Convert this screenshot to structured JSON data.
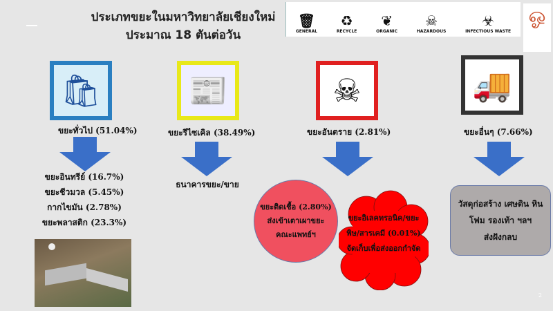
{
  "title": {
    "line1": "ประเภทขยะในมหาวิทยาลัยเชียงใหม่",
    "line2": "ประมาณ 18 ตันต่อวัน"
  },
  "bins": [
    {
      "label": "GENERAL",
      "icon": "trash-person-icon"
    },
    {
      "label": "RECYCLE",
      "icon": "recycle-icon"
    },
    {
      "label": "ORGANIC",
      "icon": "organic-icon"
    },
    {
      "label": "HAZARDOUS",
      "icon": "skull-icon"
    },
    {
      "label": "INFECTIOUS WASTE",
      "icon": "biohazard-icon"
    }
  ],
  "categories": [
    {
      "label": "ขยะทั่วไป (51.04%)",
      "percent": 51.04,
      "color": "#2a7fc1"
    },
    {
      "label": "ขยะรีไซเคิล (38.49%)",
      "percent": 38.49,
      "color": "#e8e81a"
    },
    {
      "label": "ขยะอันตราย (2.81%)",
      "percent": 2.81,
      "color": "#e02020"
    },
    {
      "label": "ขยะอื่นๆ (7.66%)",
      "percent": 7.66,
      "color": "#333333"
    }
  ],
  "general_breakdown": [
    "ขยะอินทรีย์ (16.7%)",
    "ขยะชีวมวล (5.45%)",
    "กากไขมัน (2.78%)",
    "ขยะพลาสติก (23.3%)"
  ],
  "recycle_destination": "ธนาคารขยะ/ขาย",
  "infectious": {
    "line1": "ขยะติดเชื้อ (2.80%)",
    "line2": "ส่งเข้าเตาเผาขยะ",
    "line3": "คณะแพทย์ฯ"
  },
  "electronic": {
    "line1": "ขยะอิเลคทรอนิค/ขยะ",
    "line2": "พิษ/สารเคมี (0.01%)",
    "line3": "จัดเก็บเพื่อส่งออกกำจัด"
  },
  "other": {
    "line1": "วัสดุก่อสร้าง เศษดิน หิน",
    "line2": "โฟม รองเท้า ฯลฯ",
    "line3": "ส่งฝังกลบ"
  },
  "page_number": "2"
}
